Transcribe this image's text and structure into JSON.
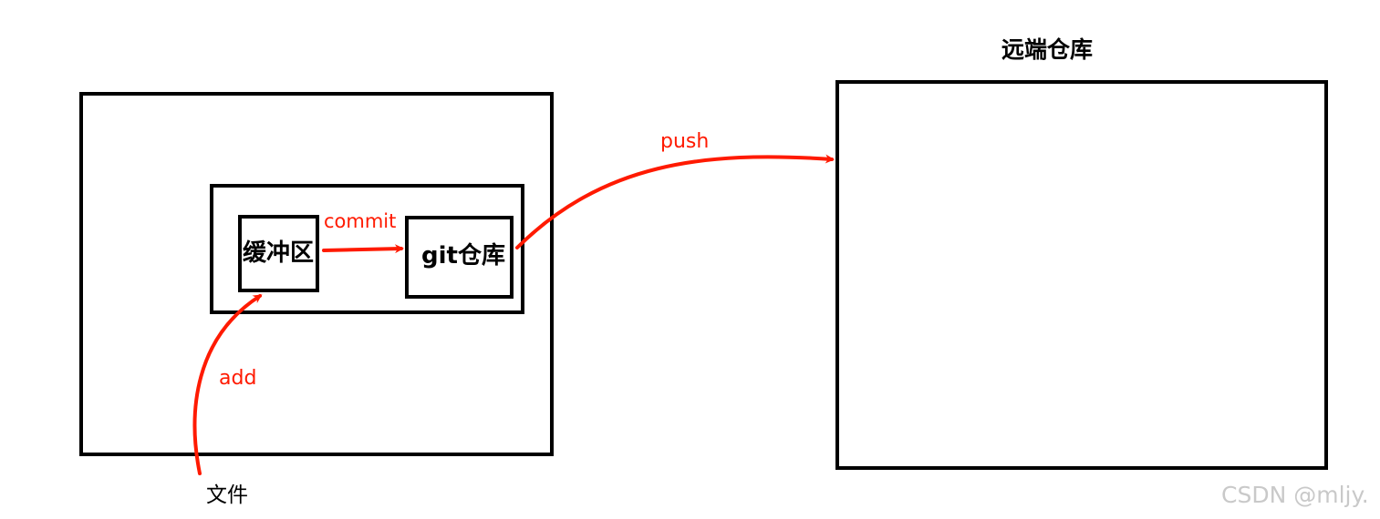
{
  "diagram": {
    "remote_title": "远端仓库",
    "staging_label": "缓冲区",
    "repo_label": "git仓库",
    "file_label": "文件",
    "commit_label": "commit",
    "push_label": "push",
    "add_label": "add",
    "watermark": "CSDN @mljy.",
    "colors": {
      "arrow": "#ff1a00",
      "border": "#000000",
      "watermark": "#c9c9c9"
    }
  }
}
